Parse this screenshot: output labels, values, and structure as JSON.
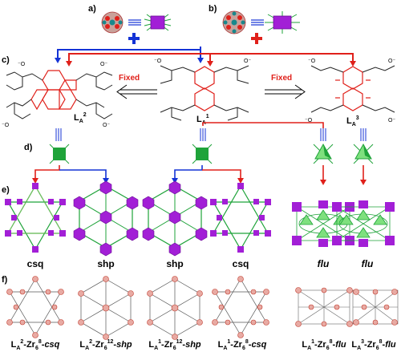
{
  "panels": {
    "a": "a)",
    "b": "b)",
    "c": "c)",
    "d": "d)",
    "e": "e)",
    "f": "f)"
  },
  "arrows": {
    "fixed_left": "Fixed",
    "fixed_right": "Fixed"
  },
  "ligands": {
    "la2": {
      "base": "L",
      "sub": "A",
      "sup": "2"
    },
    "la1": {
      "base": "L",
      "sub": "A",
      "sup": "1"
    },
    "la3": {
      "base": "L",
      "sub": "A",
      "sup": "3"
    }
  },
  "topologies": [
    "csq",
    "shp",
    "shp",
    "csq",
    "flu",
    "flu"
  ],
  "captions": [
    {
      "lig": "A",
      "ligsup": "2",
      "clus": "6",
      "clussup": "8",
      "topo": "csq"
    },
    {
      "lig": "A",
      "ligsup": "2",
      "clus": "6",
      "clussup": "12",
      "topo": "shp"
    },
    {
      "lig": "A",
      "ligsup": "1",
      "clus": "6",
      "clussup": "12",
      "topo": "shp"
    },
    {
      "lig": "A",
      "ligsup": "1",
      "clus": "6",
      "clussup": "8",
      "topo": "csq"
    },
    {
      "lig": "A",
      "ligsup": "1",
      "clus": "6",
      "clussup": "8",
      "topo": "flu"
    },
    {
      "lig": "A",
      "ligsup": "3",
      "clus": "6",
      "clussup": "8",
      "topo": "flu"
    }
  ],
  "colors": {
    "blue": "#1433d6",
    "red": "#e0201a",
    "purple": "#a21fd6",
    "green": "#1fa33a",
    "lightgreen": "#7ee07e"
  }
}
